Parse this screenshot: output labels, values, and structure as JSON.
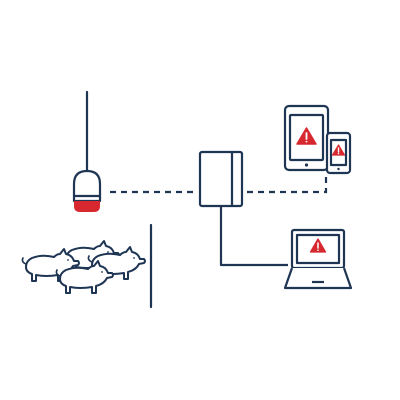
{
  "colors": {
    "stroke": "#1f3554",
    "alert": "#d7282f",
    "background": "#ffffff"
  },
  "nodes": [
    {
      "id": "ceiling-sensor",
      "icon": "ceiling-camera-icon",
      "status": "detecting"
    },
    {
      "id": "pig-group",
      "icon": "pig-group-icon",
      "count": 4
    },
    {
      "id": "gateway",
      "icon": "gateway-box-icon"
    },
    {
      "id": "tablet",
      "icon": "tablet-icon",
      "alert": true
    },
    {
      "id": "phone",
      "icon": "smartphone-icon",
      "alert": true
    },
    {
      "id": "laptop",
      "icon": "laptop-icon",
      "alert": true
    }
  ],
  "links": [
    {
      "from": "ceiling-sensor",
      "to": "gateway",
      "style": "wireless-dashed"
    },
    {
      "from": "gateway",
      "to": "phone",
      "style": "wireless-dashed"
    },
    {
      "from": "gateway",
      "to": "laptop",
      "style": "wired-solid"
    }
  ]
}
